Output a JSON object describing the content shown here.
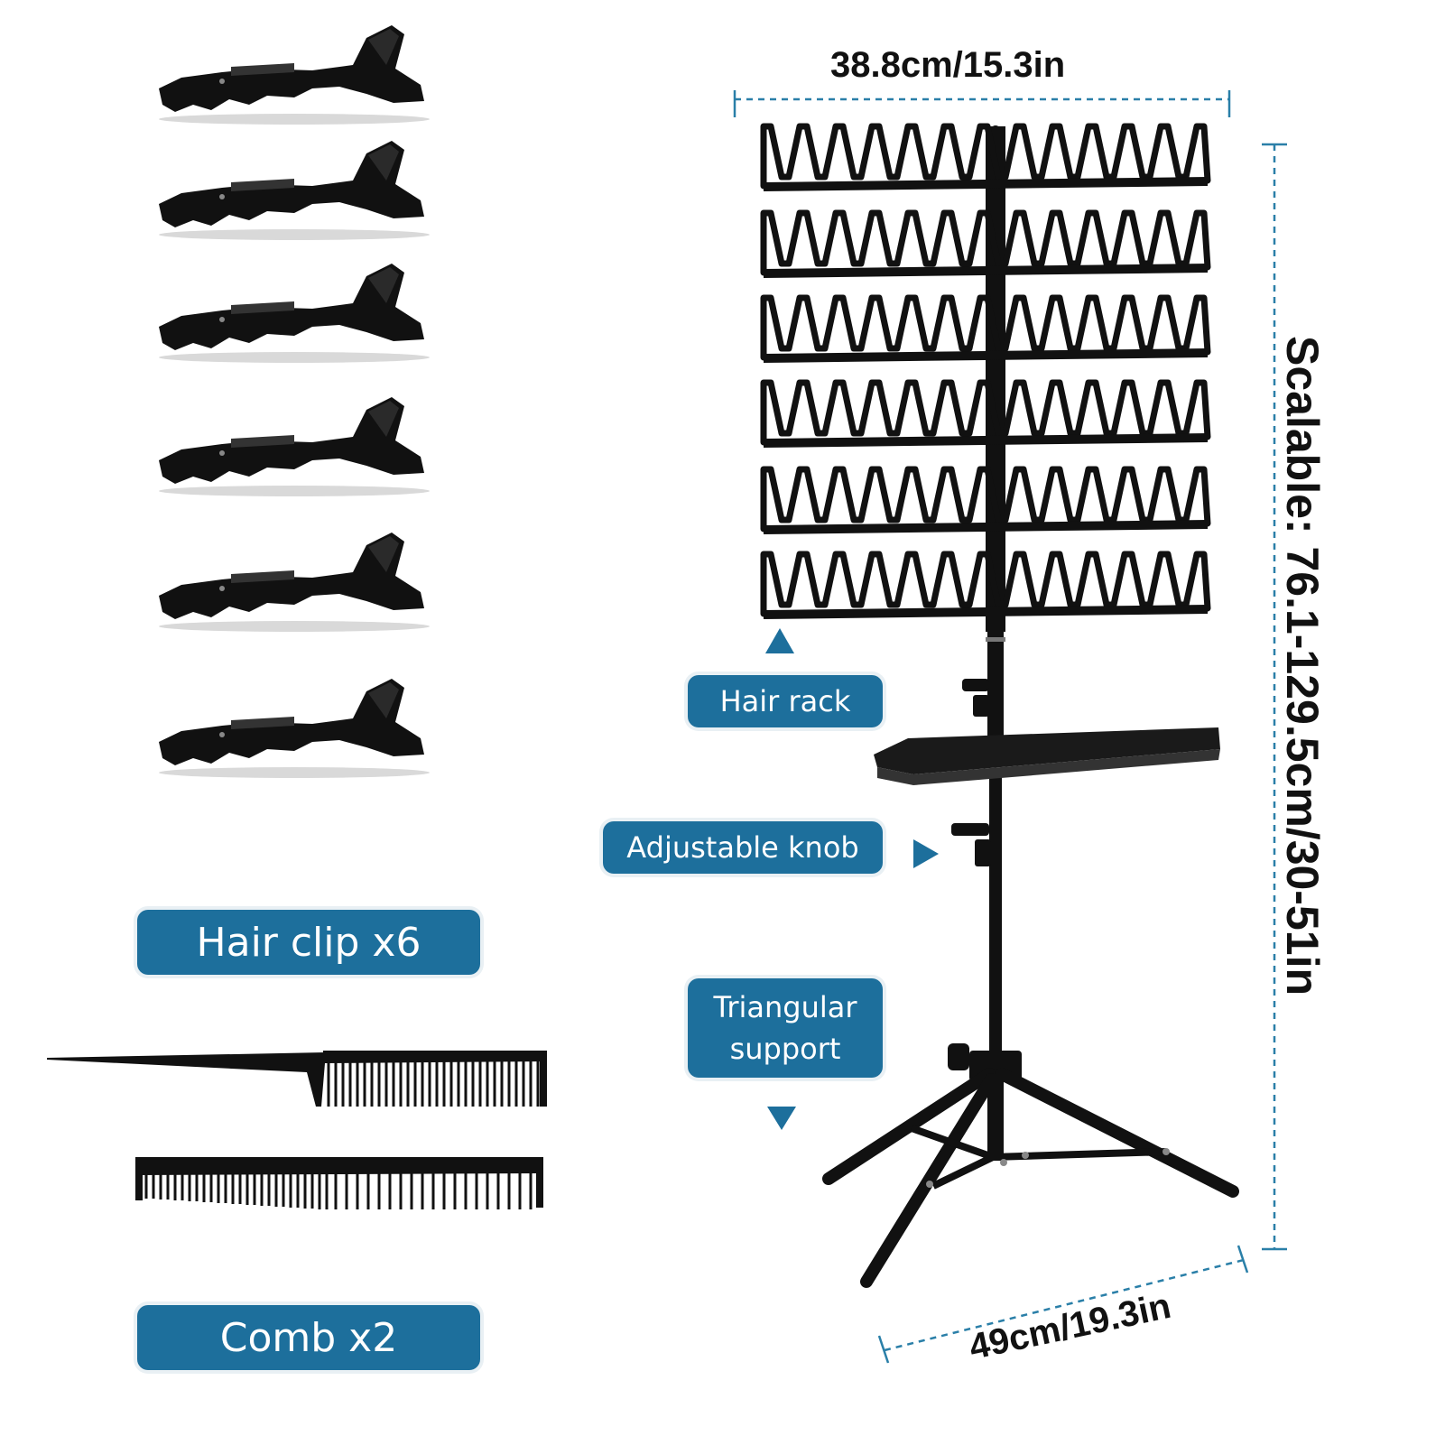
{
  "dimensions": {
    "width_label": "38.8cm/15.3in",
    "height_label": "Scalable: 76.1-129.5cm/30-51in",
    "base_label": "49cm/19.3in"
  },
  "labels": {
    "hair_rack": "Hair rack",
    "adjustable_knob": "Adjustable knob",
    "triangular_support_line1": "Triangular",
    "triangular_support_line2": "support"
  },
  "accessories": {
    "hair_clip_label": "Hair clip x6",
    "comb_label": "Comb x2"
  },
  "colors": {
    "accent": "#1d6f9c",
    "dimension_line": "#2a7fa8",
    "product": "#111111"
  },
  "counts": {
    "hair_clips": 6,
    "combs": 2,
    "rack_rows": 6
  }
}
